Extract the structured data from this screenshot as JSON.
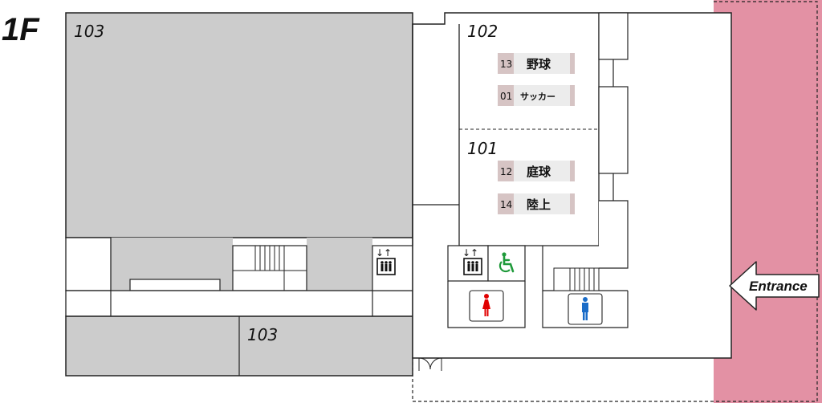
{
  "floor_label": "1F",
  "rooms": {
    "room_103_top": "103",
    "room_103_bottom": "103",
    "room_102": "102",
    "room_101": "101"
  },
  "room_102_tags": [
    {
      "code": "13",
      "name": "野球"
    },
    {
      "code": "01",
      "name": "サッカー"
    }
  ],
  "room_101_tags": [
    {
      "code": "12",
      "name": "庭球"
    },
    {
      "code": "14",
      "name": "陸上"
    }
  ],
  "entrance_label": "Entrance",
  "colors": {
    "room_fill": "#cccccc",
    "outdoor_zone": "#e391a4",
    "female_icon": "#e00000",
    "male_icon": "#1a6cc8",
    "accessible_icon": "#1f9a3a",
    "tag_code_bg": "#d6c4c4"
  },
  "icons": [
    "elevator-icon",
    "elevator-icon",
    "wheelchair-icon",
    "female-restroom-icon",
    "male-restroom-icon",
    "entrance-arrow-icon"
  ]
}
